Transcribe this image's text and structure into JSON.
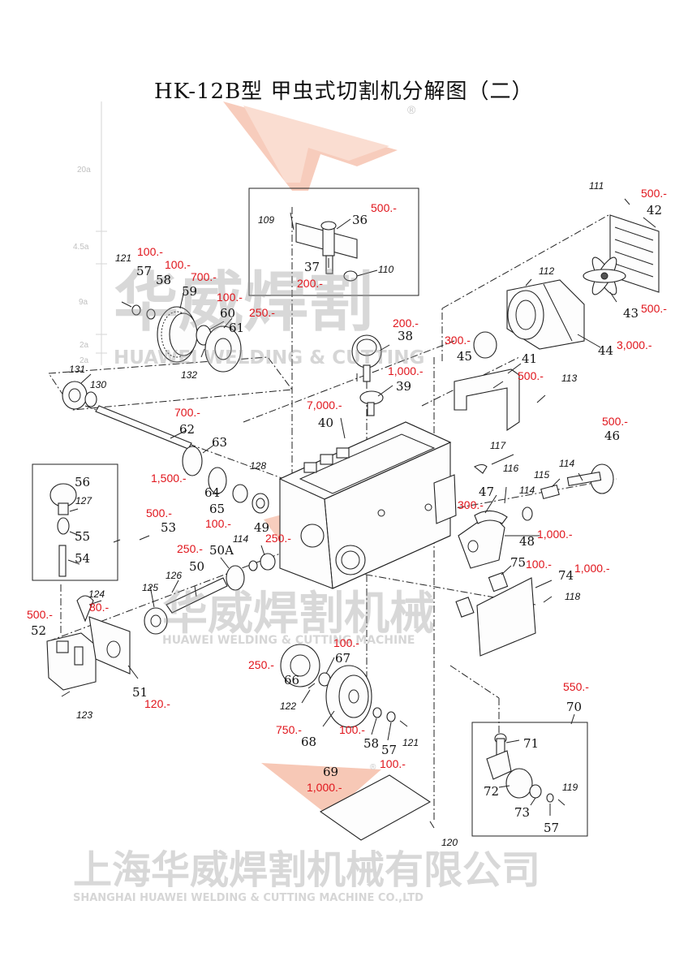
{
  "title": "HK-12B型   甲虫式切割机分解图（二）",
  "registered_mark": "®",
  "watermark": {
    "mid_cn": "华威焊割",
    "mid_en": "HUAWEI WELDING & CUTTING",
    "low_cn": "华威焊割机械",
    "low_en": "HUAWEI WELDING & CUTTING MACHINE",
    "footer_cn": "上海华威焊割机械有限公司",
    "footer_en": "SHANGHAI HUAWEI WELDING & CUTTING MACHINE CO.,LTD"
  },
  "scale_labels": [
    "20a",
    "4.5a",
    "9a",
    "2a",
    "2a"
  ],
  "parts": [
    {
      "id": "p111",
      "num": "111",
      "price": "500.-"
    },
    {
      "id": "p42",
      "num": "42",
      "price": ""
    },
    {
      "id": "p43",
      "num": "43",
      "price": "500.-"
    },
    {
      "id": "p44",
      "num": "44",
      "price": "3,000.-"
    },
    {
      "id": "p112",
      "num": "112",
      "price": ""
    },
    {
      "id": "p45",
      "num": "45",
      "price": "300.-"
    },
    {
      "id": "p41",
      "num": "41",
      "price": "500.-"
    },
    {
      "id": "p113",
      "num": "113",
      "price": ""
    },
    {
      "id": "p109",
      "num": "109",
      "price": ""
    },
    {
      "id": "p36",
      "num": "36",
      "price": "500.-"
    },
    {
      "id": "p37",
      "num": "37",
      "price": "200.-"
    },
    {
      "id": "p110",
      "num": "110",
      "price": ""
    },
    {
      "id": "p38",
      "num": "38",
      "price": "200.-"
    },
    {
      "id": "p39",
      "num": "39",
      "price": "1,000.-"
    },
    {
      "id": "p40",
      "num": "40",
      "price": "7,000.-"
    },
    {
      "id": "p121a",
      "num": "121",
      "price": "100.-"
    },
    {
      "id": "p57a",
      "num": "57",
      "price": "100.-"
    },
    {
      "id": "p58a",
      "num": "58",
      "price": "700.-"
    },
    {
      "id": "p59",
      "num": "59",
      "price": ""
    },
    {
      "id": "p60",
      "num": "60",
      "price": "100.-"
    },
    {
      "id": "p61",
      "num": "61",
      "price": "250.-"
    },
    {
      "id": "p132",
      "num": "132",
      "price": ""
    },
    {
      "id": "p131",
      "num": "131",
      "price": ""
    },
    {
      "id": "p130",
      "num": "130",
      "price": ""
    },
    {
      "id": "p62",
      "num": "62",
      "price": "700.-"
    },
    {
      "id": "p63",
      "num": "63",
      "price": ""
    },
    {
      "id": "p64",
      "num": "64",
      "price": "1,500.-"
    },
    {
      "id": "p65",
      "num": "65",
      "price": "100.-"
    },
    {
      "id": "p128",
      "num": "128",
      "price": ""
    },
    {
      "id": "p49",
      "num": "49",
      "price": "250.-"
    },
    {
      "id": "p56",
      "num": "56",
      "price": ""
    },
    {
      "id": "p127",
      "num": "127",
      "price": ""
    },
    {
      "id": "p55",
      "num": "55",
      "price": ""
    },
    {
      "id": "p54",
      "num": "54",
      "price": ""
    },
    {
      "id": "p53",
      "num": "53",
      "price": "500.-"
    },
    {
      "id": "p50A",
      "num": "50A",
      "price": "250.-"
    },
    {
      "id": "p114a",
      "num": "114",
      "price": ""
    },
    {
      "id": "p50",
      "num": "50",
      "price": ""
    },
    {
      "id": "p126",
      "num": "126",
      "price": ""
    },
    {
      "id": "p125",
      "num": "125",
      "price": ""
    },
    {
      "id": "p124",
      "num": "124",
      "price": "80.-"
    },
    {
      "id": "p52",
      "num": "52",
      "price": "500.-"
    },
    {
      "id": "p51",
      "num": "51",
      "price": "120.-"
    },
    {
      "id": "p123",
      "num": "123",
      "price": ""
    },
    {
      "id": "p117",
      "num": "117",
      "price": ""
    },
    {
      "id": "p116",
      "num": "116",
      "price": ""
    },
    {
      "id": "p115",
      "num": "115",
      "price": ""
    },
    {
      "id": "p114b",
      "num": "114",
      "price": ""
    },
    {
      "id": "p114c",
      "num": "114",
      "price": ""
    },
    {
      "id": "p46",
      "num": "46",
      "price": "500.-"
    },
    {
      "id": "p47",
      "num": "47",
      "price": "300.-"
    },
    {
      "id": "p48",
      "num": "48",
      "price": "1,000.-"
    },
    {
      "id": "p75",
      "num": "75",
      "price": "100.-"
    },
    {
      "id": "p74",
      "num": "74",
      "price": "1,000.-"
    },
    {
      "id": "p118",
      "num": "118",
      "price": ""
    },
    {
      "id": "p67",
      "num": "67",
      "price": "100.-"
    },
    {
      "id": "p66",
      "num": "66",
      "price": "250.-"
    },
    {
      "id": "p122",
      "num": "122",
      "price": ""
    },
    {
      "id": "p68",
      "num": "68",
      "price": "750.-"
    },
    {
      "id": "p58b",
      "num": "58",
      "price": "100.-"
    },
    {
      "id": "p57b",
      "num": "57",
      "price": "100.-"
    },
    {
      "id": "p121b",
      "num": "121",
      "price": ""
    },
    {
      "id": "p69",
      "num": "69",
      "price": "1,000.-"
    },
    {
      "id": "p120",
      "num": "120",
      "price": ""
    },
    {
      "id": "p70",
      "num": "70",
      "price": "550.-"
    },
    {
      "id": "p71",
      "num": "71",
      "price": ""
    },
    {
      "id": "p72",
      "num": "72",
      "price": ""
    },
    {
      "id": "p119",
      "num": "119",
      "price": ""
    },
    {
      "id": "p73",
      "num": "73",
      "price": ""
    },
    {
      "id": "p57c",
      "num": "57",
      "price": ""
    }
  ],
  "colors": {
    "price": "#e0141b",
    "logo": "#f2a486",
    "watermark": "#9a9a9a"
  }
}
